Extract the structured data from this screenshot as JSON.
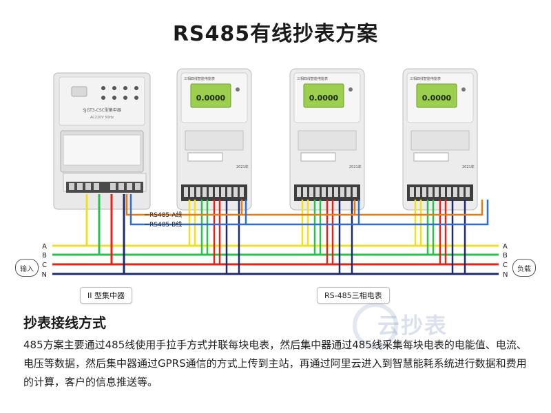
{
  "title": "RS485有线抄表方案",
  "concentrator": {
    "model": "SJGT3-CSC型集中器",
    "spec": "AC220V 50Hz",
    "label": "II 型集中器"
  },
  "meter": {
    "screen_title": "三相四线智能电能表",
    "reading": "0.0000",
    "year": "2021年",
    "group_label": "RS-485三相电表"
  },
  "bus_labels": {
    "a": "RS485-A线",
    "b": "RS485-B线"
  },
  "phases": [
    "A",
    "B",
    "C",
    "N"
  ],
  "phase_colors": {
    "A": "#f2e01c",
    "B": "#27c24c",
    "C": "#e8201a",
    "N": "#1d2a6b",
    "bus_a": "#e87a12",
    "bus_b": "#2b6fd6"
  },
  "input_label": "输入",
  "output_label": "负载",
  "section_title": "抄表接线方式",
  "description": "485方案主要通过485线使用手拉手方式并联每块电表，然后集中器通过485线采集每块电表的电能值、电流、电压等数据，然后集中器通过GPRS通信的方式上传到主站，再通过阿里云进入到智慧能耗系统进行数据和费用的计算，客户的信息推送等。",
  "watermark": "云抄表"
}
